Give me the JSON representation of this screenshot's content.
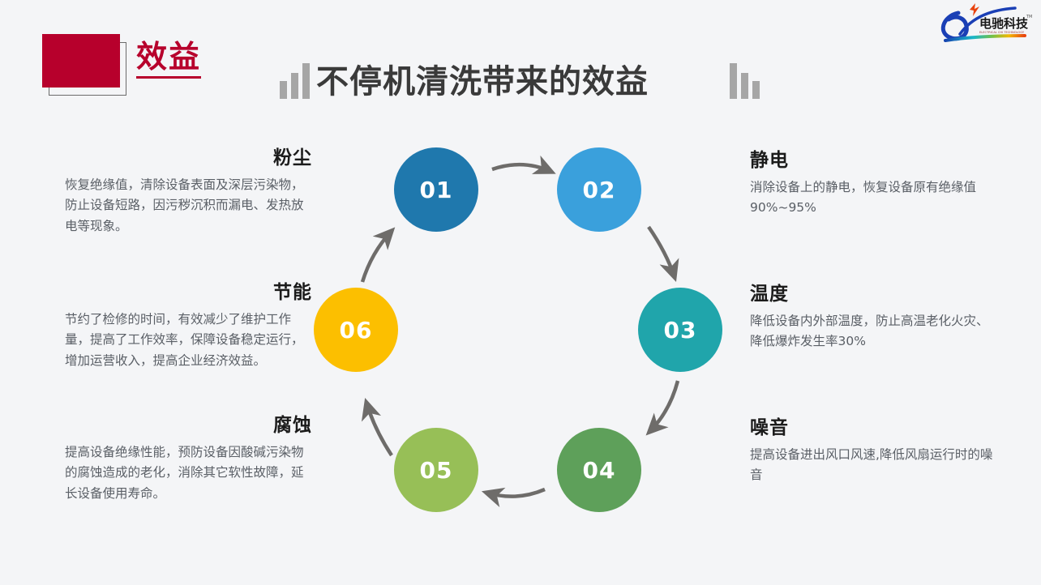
{
  "header": {
    "badge_name": "red-square-badge",
    "section_label": "效益",
    "title": "不停机清洗带来的效益",
    "accent_color": "#b7002c",
    "title_color": "#3a3a3a",
    "bar_color": "#a6a6a6"
  },
  "logo": {
    "company_cn": "电驰科技",
    "company_en": "ELECTRICAL CHI TECHNOLOGY",
    "trademark": "TM"
  },
  "diagram": {
    "type": "cycle",
    "nodes": [
      {
        "number": "01",
        "color": "#1f78ad"
      },
      {
        "number": "02",
        "color": "#3aa0dc"
      },
      {
        "number": "03",
        "color": "#20a5ab"
      },
      {
        "number": "04",
        "color": "#5ea05a"
      },
      {
        "number": "05",
        "color": "#97bf57"
      },
      {
        "number": "06",
        "color": "#fcbf00"
      }
    ],
    "arrow_color": "#6e6c6a"
  },
  "blocks": {
    "dust": {
      "title": "粉尘",
      "desc": "恢复绝缘值，清除设备表面及深层污染物，防止设备短路，因污秽沉积而漏电、发热放电等现象。"
    },
    "energy": {
      "title": "节能",
      "desc": "节约了检修的时间，有效减少了维护工作量，提高了工作效率，保障设备稳定运行，增加运营收入，提高企业经济效益。"
    },
    "corrosion": {
      "title": "腐蚀",
      "desc": "提高设备绝缘性能，预防设备因酸碱污染物的腐蚀造成的老化，消除其它软性故障，延长设备使用寿命。"
    },
    "static": {
      "title": "静电",
      "desc": "消除设备上的静电，恢复设备原有绝缘值90%~95%"
    },
    "temperature": {
      "title": "温度",
      "desc": "降低设备内外部温度，防止高温老化火灾、降低爆炸发生率30%"
    },
    "noise": {
      "title": "噪音",
      "desc": "提高设备进出风口风速,降低风扇运行时的噪音"
    }
  }
}
